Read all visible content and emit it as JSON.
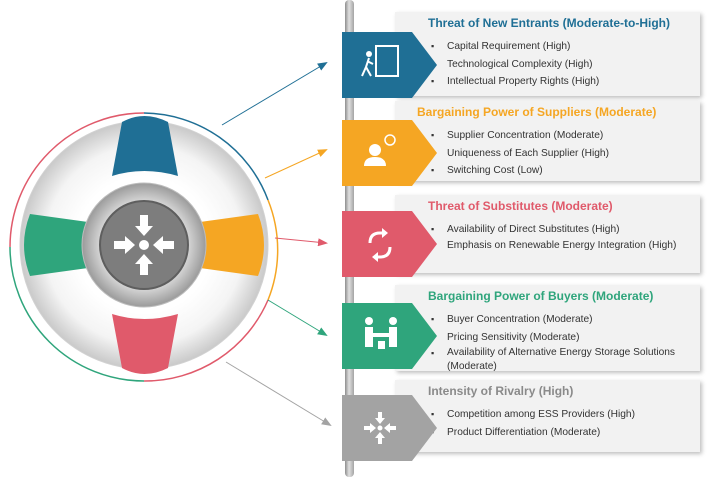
{
  "colors": {
    "blue": "#1f6f95",
    "orange": "#f5a623",
    "red": "#e05a6b",
    "green": "#2fa57c",
    "gray": "#a3a3a3",
    "title_gray": "#8a8a8a"
  },
  "forces": [
    {
      "title": "Threat of New Entrants (Moderate-to-High)",
      "icon": "exit-door-icon",
      "color": "#1f6f95",
      "items": [
        "Capital Requirement (High)",
        "Technological Complexity (High)",
        "Intellectual Property Rights (High)"
      ]
    },
    {
      "title": "Bargaining Power of Suppliers (Moderate)",
      "icon": "person-speech-icon",
      "color": "#f5a623",
      "items": [
        "Supplier Concentration (Moderate)",
        "Uniqueness of Each Supplier (High)",
        "Switching Cost (Low)"
      ]
    },
    {
      "title": "Threat of Substitutes (Moderate)",
      "icon": "swap-arrows-icon",
      "color": "#e05a6b",
      "items": [
        "Availability of Direct Substitutes (High)",
        "Emphasis on Renewable Energy Integration (High)"
      ]
    },
    {
      "title": "Bargaining Power of Buyers (Moderate)",
      "icon": "handshake-icon",
      "color": "#2fa57c",
      "items": [
        "Buyer Concentration (Moderate)",
        "Pricing Sensitivity (Moderate)",
        "Availability of Alternative Energy Storage Solutions (Moderate)"
      ]
    },
    {
      "title": "Intensity of Rivalry (High)",
      "icon": "converging-arrows-icon",
      "color": "#8a8a8a",
      "items": [
        "Competition among ESS Providers (High)",
        "Product Differentiation (Moderate)"
      ]
    }
  ]
}
